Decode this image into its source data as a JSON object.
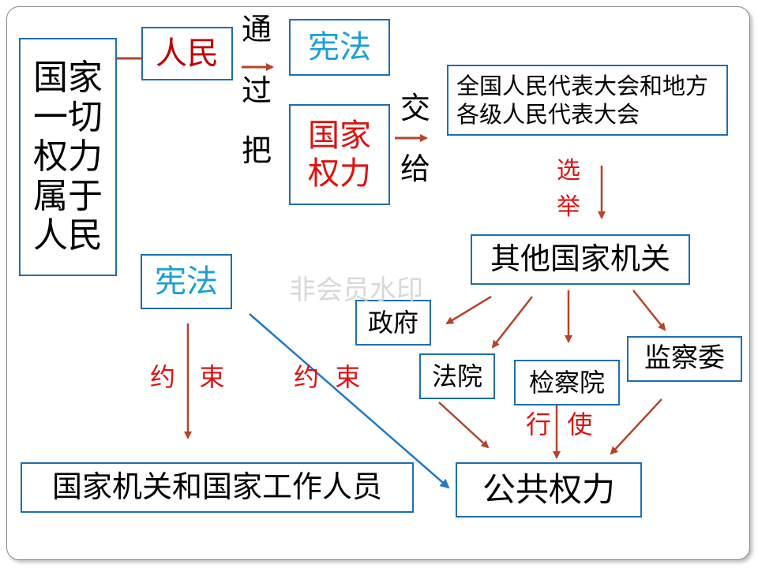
{
  "left_box": "国家一切权力属于人民",
  "people": "人民",
  "via": [
    "通",
    "过",
    "把"
  ],
  "constitution_top": "宪法",
  "state_power": "国家权力",
  "handover": [
    "交",
    "给"
  ],
  "congress": "全国人民代表大会和地方各级人民代表大会",
  "elect": [
    "选",
    "举"
  ],
  "other_organs": "其他国家机关",
  "government": "政府",
  "court": "法院",
  "procuratorate": "检察院",
  "supervision": "监察委",
  "exercise": "行  使",
  "public_power": "公共权力",
  "constitution_left": "宪法",
  "constrain_left": "约   束",
  "constrain_mid": "约  束",
  "organs_staff": "国家机关和国家工作人员",
  "watermark": "非会员水印",
  "colors": {
    "box_border": "#1e6eb4",
    "arrow_red": "#b5442a",
    "arrow_blue": "#1e78c8",
    "text_red": "#e01010",
    "text_cyan": "#1aa0d8"
  }
}
